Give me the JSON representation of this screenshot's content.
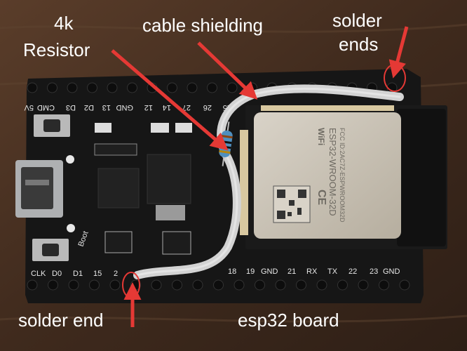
{
  "annotations": {
    "resistor_label": [
      "4k",
      "Resistor"
    ],
    "shielding_label": "cable shielding",
    "solder_ends_label": [
      "solder",
      "ends"
    ],
    "solder_end_label": "solder end",
    "board_label": "esp32 board"
  },
  "board": {
    "top_pin_labels": [
      "5V",
      "CMD",
      "D3",
      "D2",
      "13",
      "GND",
      "12",
      "14",
      "27",
      "26",
      "25"
    ],
    "bottom_pin_labels": [
      "CLK",
      "D0",
      "D1",
      "15",
      "2",
      "18",
      "19",
      "GND",
      "21",
      "RX",
      "TX",
      "22",
      "23",
      "GND"
    ],
    "boot_label": "Boot"
  },
  "module": {
    "wifi_logo": "WiFi",
    "model": "ESP32-WROOM-32D",
    "ce_mark": "CE",
    "fcc_id": "FCC ID:2AC7Z-ESPWROOM32D"
  },
  "colors": {
    "annotation_text": "#ffffff",
    "arrow": "#e53935",
    "board": "#161616",
    "module_shield": "#c9c2b6",
    "cable": "#d3d3d3",
    "background_wood": "#4a3222"
  },
  "icons": [
    "arrow",
    "qr-code-icon",
    "wifi-logo-icon",
    "ce-mark-icon"
  ]
}
